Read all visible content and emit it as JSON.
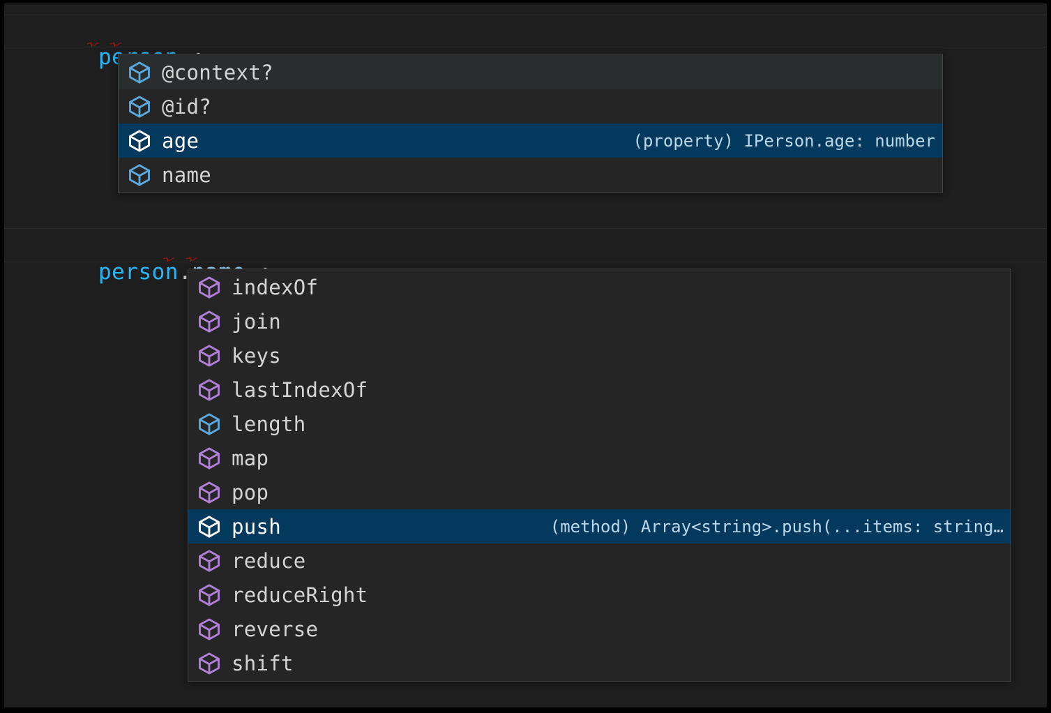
{
  "editor": {
    "background": "#1E1E1E",
    "accent_selected": "#04395E",
    "icon_property_color": "#5BA9DE",
    "icon_method_color": "#B180D7",
    "error_squiggle_color": "#E51400"
  },
  "cells": [
    {
      "code": {
        "identifier": "person",
        "dot": ".",
        "semicolon": ";"
      },
      "suggest": {
        "items": [
          {
            "label": "@context?",
            "icon": "cube-property-icon",
            "kind": "property",
            "detail": "",
            "state": "hovered"
          },
          {
            "label": "@id?",
            "icon": "cube-property-icon",
            "kind": "property",
            "detail": "",
            "state": "normal"
          },
          {
            "label": "age",
            "icon": "cube-property-icon",
            "kind": "property",
            "detail": "(property) IPerson.age: number",
            "state": "focused"
          },
          {
            "label": "name",
            "icon": "cube-property-icon",
            "kind": "property",
            "detail": "",
            "state": "normal"
          }
        ]
      }
    },
    {
      "code": {
        "identifier": "person",
        "dot": ".",
        "property": "name",
        "dot2": ".",
        "semicolon": ";"
      },
      "suggest": {
        "items": [
          {
            "label": "indexOf",
            "icon": "cube-method-icon",
            "kind": "method",
            "detail": "",
            "state": "normal"
          },
          {
            "label": "join",
            "icon": "cube-method-icon",
            "kind": "method",
            "detail": "",
            "state": "normal"
          },
          {
            "label": "keys",
            "icon": "cube-method-icon",
            "kind": "method",
            "detail": "",
            "state": "normal"
          },
          {
            "label": "lastIndexOf",
            "icon": "cube-method-icon",
            "kind": "method",
            "detail": "",
            "state": "normal"
          },
          {
            "label": "length",
            "icon": "cube-property-icon",
            "kind": "property",
            "detail": "",
            "state": "normal"
          },
          {
            "label": "map",
            "icon": "cube-method-icon",
            "kind": "method",
            "detail": "",
            "state": "normal"
          },
          {
            "label": "pop",
            "icon": "cube-method-icon",
            "kind": "method",
            "detail": "",
            "state": "normal"
          },
          {
            "label": "push",
            "icon": "cube-method-icon",
            "kind": "method",
            "detail": "(method) Array<string>.push(...items: string…",
            "state": "focused"
          },
          {
            "label": "reduce",
            "icon": "cube-method-icon",
            "kind": "method",
            "detail": "",
            "state": "normal"
          },
          {
            "label": "reduceRight",
            "icon": "cube-method-icon",
            "kind": "method",
            "detail": "",
            "state": "normal"
          },
          {
            "label": "reverse",
            "icon": "cube-method-icon",
            "kind": "method",
            "detail": "",
            "state": "normal"
          },
          {
            "label": "shift",
            "icon": "cube-method-icon",
            "kind": "method",
            "detail": "",
            "state": "normal"
          }
        ]
      }
    }
  ]
}
